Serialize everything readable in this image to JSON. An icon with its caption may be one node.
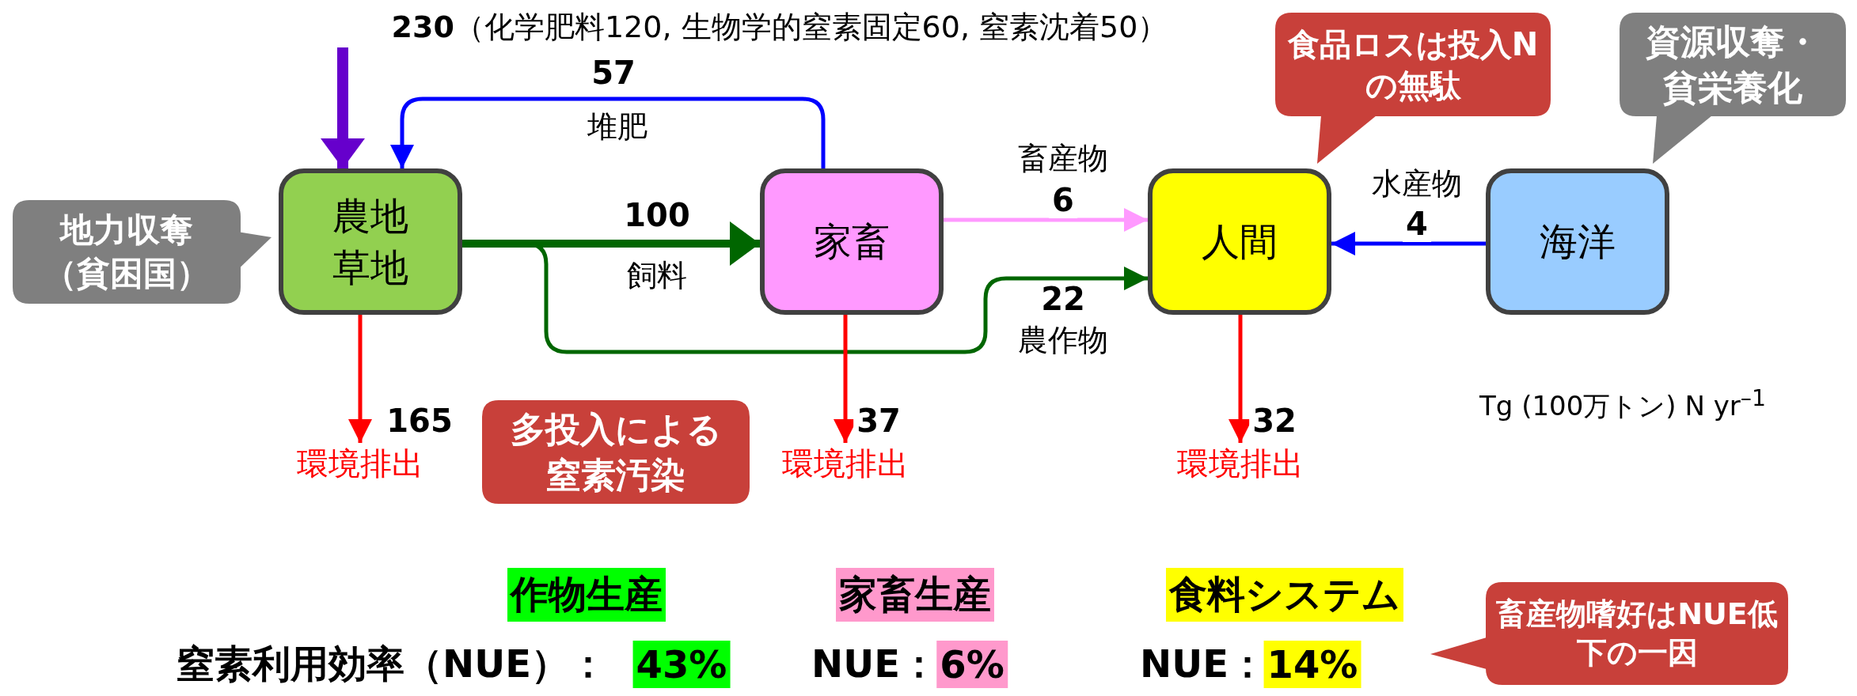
{
  "diagram": {
    "nodes": [
      {
        "text": [
          "農地草地"
        ]
      },
      {
        "text": [
          "家畜"
        ]
      },
      {
        "text": [
          "人間"
        ]
      },
      {
        "text": [
          "海洋"
        ]
      },
      {
        "text": [
          "地力収奪（貧困国）"
        ]
      },
      {
        "text": [
          "食品ロスは投入Nの無駄"
        ]
      },
      {
        "text": [
          "資源収奪・貧栄養化"
        ]
      },
      {
        "text": [
          "多投入による窒素汚染"
        ]
      },
      {
        "text": [
          "畜産物嗜好はNUE低下の一因"
        ]
      },
      {
        "text": [
          "環境排出"
        ]
      },
      {
        "text": [
          "環境排出"
        ]
      },
      {
        "text": [
          "環境排出"
        ]
      },
      {
        "text": [
          "**230**（化学肥料120, 生物学的窒素固定60, 窒素沈着50）"
        ]
      }
    ],
    "edges": [
      {
        "from": 12,
        "to": 0,
        "arrow": "to",
        "style": "thick",
        "color": "#6600cc"
      },
      {
        "from": 1,
        "to": 0,
        "arrow": "to",
        "label": "57",
        "color": "#0000ff"
      },
      {
        "from": 0,
        "to": 1,
        "arrow": "to",
        "label": "100",
        "style": "thick",
        "color": "#006600"
      },
      {
        "from": 0,
        "to": 2,
        "arrow": "to",
        "label": "22",
        "color": "#006600"
      },
      {
        "from": 1,
        "to": 2,
        "arrow": "to",
        "label": "6",
        "color": "#ff99ff"
      },
      {
        "from": 3,
        "to": 2,
        "arrow": "to",
        "label": "4",
        "color": "#0000ff"
      },
      {
        "from": 0,
        "to": 9,
        "arrow": "to",
        "label": "165",
        "color": "#ff0000"
      },
      {
        "from": 1,
        "to": 10,
        "arrow": "to",
        "label": "37",
        "color": "#ff0000"
      },
      {
        "from": 2,
        "to": 11,
        "arrow": "to",
        "label": "32",
        "color": "#ff0000"
      }
    ],
    "labels": [
      "堆肥",
      "飼料",
      "畜産物",
      "農作物",
      "水産物",
      "Tg (100万トン) N yr$^{–1}$",
      "作物生産",
      "家畜生産",
      "食料システム",
      "窒素利用効率（NUE）：",
      "43%",
      "NUE：",
      "6%",
      "NUE：",
      "14%"
    ]
  }
}
